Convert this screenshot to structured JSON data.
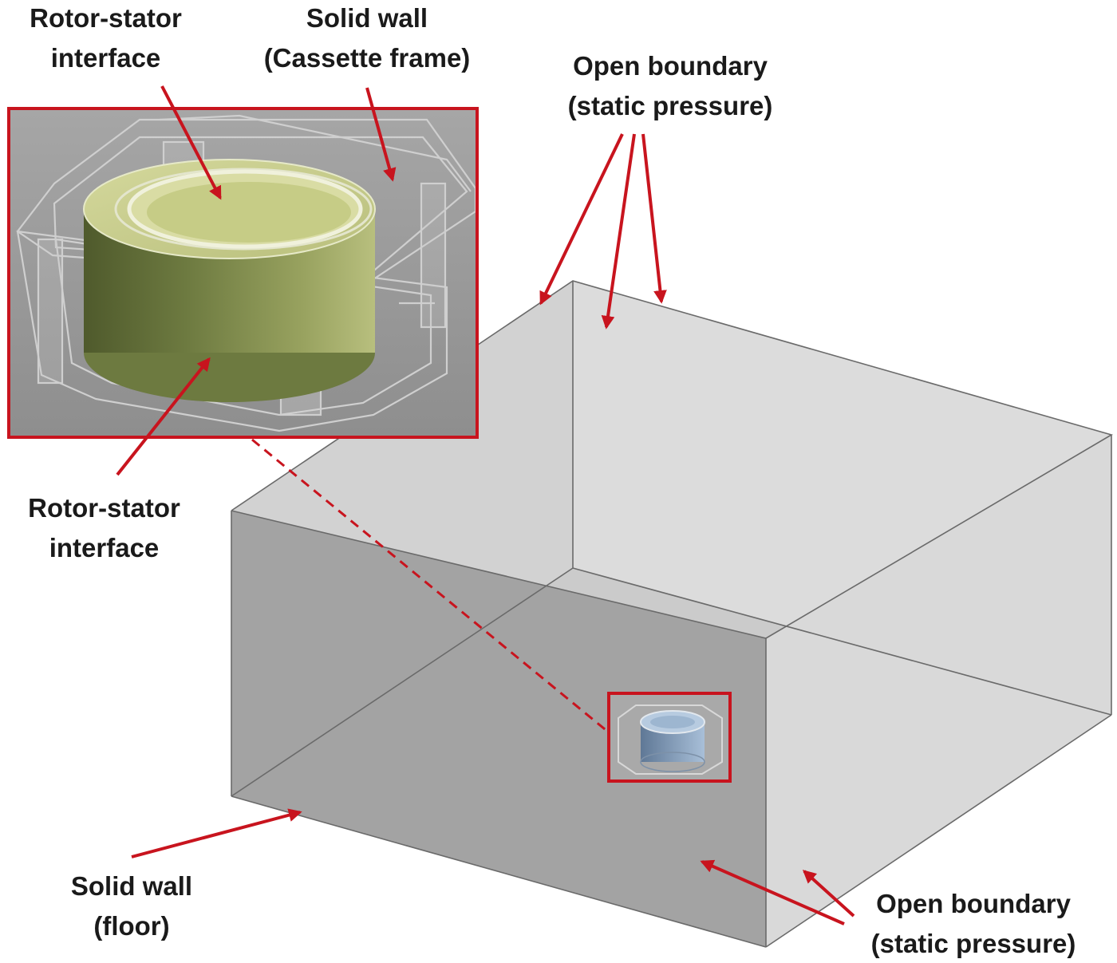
{
  "labels": {
    "rotor_stator_top": [
      "Rotor-stator",
      "interface"
    ],
    "solid_wall_cassette": [
      "Solid wall",
      "(Cassette frame)"
    ],
    "open_boundary_top": [
      "Open boundary",
      "(static pressure)"
    ],
    "rotor_stator_mid": [
      "Rotor-stator",
      "interface"
    ],
    "solid_wall_floor": [
      "Solid wall",
      "(floor)"
    ],
    "open_boundary_bottom": [
      "Open boundary",
      "(static pressure)"
    ]
  },
  "colors": {
    "arrow": "#c8141e",
    "inset_border": "#c8141e",
    "inset_bg": "#9a9a9a",
    "box_front": "#a2a2a2",
    "box_right": "#d8d8d8",
    "box_back": "#dcdcdc",
    "box_floor": "#cfcfcf",
    "rotor_top": "#c9cf8a",
    "rotor_side_dark": "#5f6b3a",
    "rotor_side_light": "#a7b06b",
    "mini_rotor": "#8aa6c6"
  }
}
